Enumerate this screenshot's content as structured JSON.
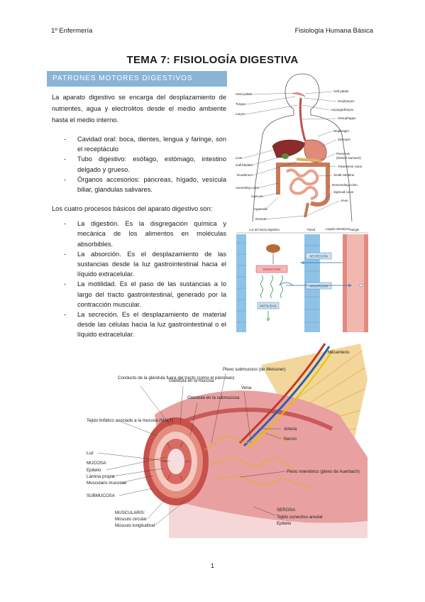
{
  "header": {
    "left": "1º Enfermería",
    "right": "Fisiología Humana Básica"
  },
  "title": "TEMA 7: FISIOLOGÍA DIGESTIVA",
  "section_heading": "PATRONES MOTORES DIGESTIVOS",
  "intro": "La aparato digestivo se encarga del desplazamiento de nutrientes, agua y electrolitos desde el medio ambiente hasta el medio interno.",
  "organs": [
    "Cavidad oral: boca, dientes, lengua y faringe, son el receptáculo",
    "Tubo digestivo: esófago, estómago, intestino delgado y grueso.",
    "Órganos accesorios: páncreas, hígado, vesícula biliar, glándulas salivares."
  ],
  "processes_intro": "Los cuatro procesos básicos del aparato digestivo son:",
  "processes": [
    "La digestión. Es la disgregación química y mecánica de los alimentos en moléculas absorbibles.",
    "La absorción. Es el desplazamiento de las sustancias desde la luz gastrointestinal hacia el líquido extracelular.",
    "La motilidad. Es el paso de las sustancias a lo largo del tracto gastrointestinal, generado por la contracción muscular.",
    "La secreción. Es el desplazamiento de material desde las células hacia la luz gastrointestinal o el líquido extracelular."
  ],
  "dash": "-",
  "figure_anatomy": {
    "labels_left": [
      "Hard palate",
      "Tongue",
      "Larynx",
      "Liver",
      "Gall bladder",
      "Duodenum",
      "Ascending colon",
      "Caecum",
      "Appendix",
      "Rectum"
    ],
    "labels_right": [
      "Soft palate",
      "Oropharynx",
      "Laryngopharynx",
      "Oesophagus",
      "Diaphragm",
      "Stomach",
      "Pancreas",
      "(behind stomach)",
      "Transverse colon",
      "Small intestine",
      "Descending colon",
      "Sigmoid colon",
      "Anus"
    ]
  },
  "figure_process": {
    "columns": [
      "Luz del tracto digestivo",
      "Pared",
      "Líquido intersticial",
      "Sangre"
    ],
    "boxes": [
      "DIGESTIÓN",
      "SECRECIÓN",
      "ABSORCIÓN",
      "MOTILIDAD"
    ]
  },
  "figure_wall": {
    "labels": [
      "Conducto de la glándula fuera del tracto (como el páncreas)",
      "Glándula en la mucosa",
      "Glándula en la submucosa",
      "Tejido linfático asociado a la mucosa (MALT)",
      "Luz",
      "MUCOSA:",
      "Epitelio",
      "Lámina propia",
      "Muscularis mucosae",
      "SUBMUCOSA",
      "MUSCULARIS:",
      "Músculo circular",
      "Músculo longitudinal",
      "Plexo submucoso (de Meissner)",
      "Vena",
      "Mesenterio",
      "Arteria",
      "Nervio",
      "Plexo mientérico (plexo de Auerbach)",
      "SEROSA:",
      "Tejido conectivo areolar",
      "Epitelio"
    ]
  },
  "page_number": "1"
}
